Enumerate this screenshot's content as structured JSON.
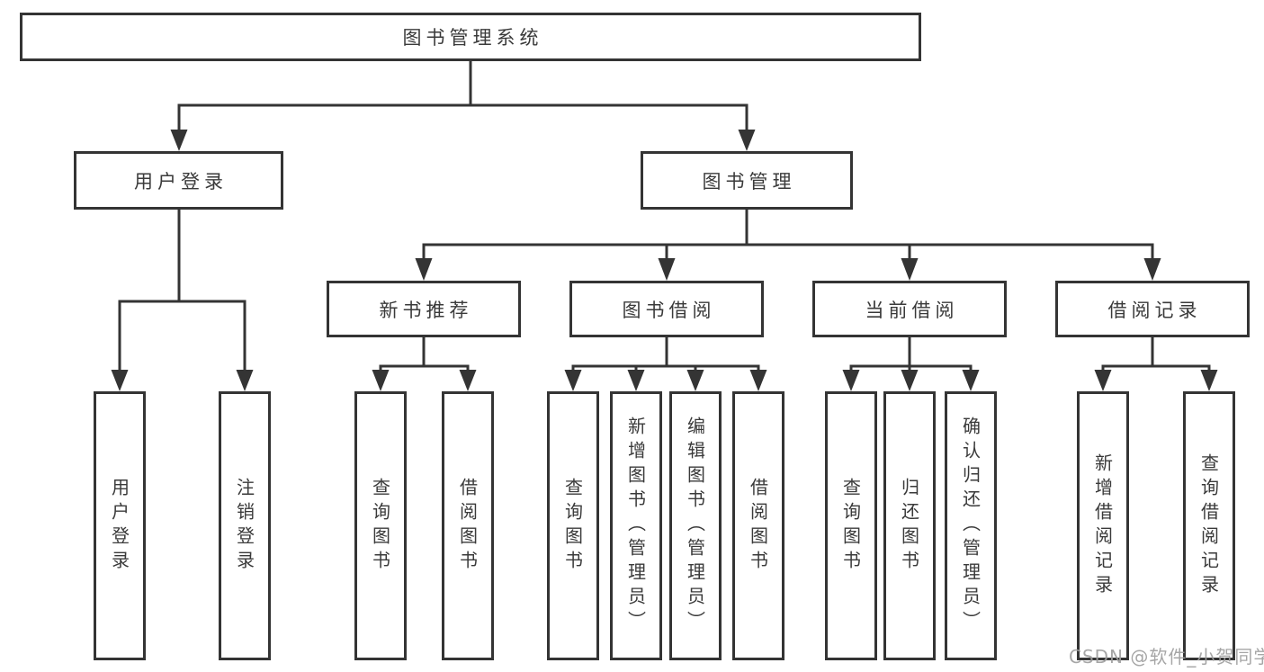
{
  "diagram": {
    "root": {
      "label": "图书管理系统"
    },
    "level2": [
      {
        "label": "用户登录"
      },
      {
        "label": "图书管理"
      }
    ],
    "level3": [
      {
        "label": "新书推荐"
      },
      {
        "label": "图书借阅"
      },
      {
        "label": "当前借阅"
      },
      {
        "label": "借阅记录"
      }
    ],
    "level4": [
      {
        "label": "用户登录"
      },
      {
        "label": "注销登录"
      },
      {
        "label": "查询图书"
      },
      {
        "label": "借阅图书"
      },
      {
        "label": "查询图书"
      },
      {
        "label": "新增图书（管理员）"
      },
      {
        "label": "编辑图书（管理员）"
      },
      {
        "label": "借阅图书"
      },
      {
        "label": "查询图书"
      },
      {
        "label": "归还图书"
      },
      {
        "label": "确认归还（管理员）"
      },
      {
        "label": "新增借阅记录"
      },
      {
        "label": "查询借阅记录"
      }
    ]
  },
  "watermark": {
    "text": "CSDN @软件_小贺同学"
  },
  "colors": {
    "line": "#343434",
    "text": "#3a3a3a",
    "watermark": "#9e9e9e",
    "background": "#ffffff"
  }
}
